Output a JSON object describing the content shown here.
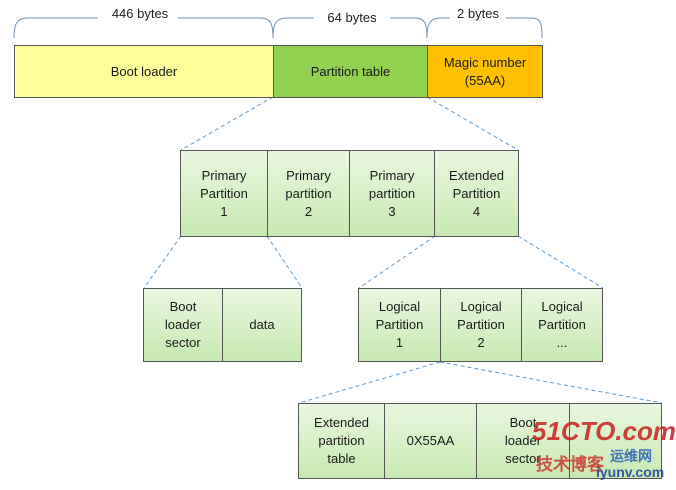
{
  "mbr": {
    "sizes": [
      "446 bytes",
      "64 bytes",
      "2 bytes"
    ],
    "boot_loader": "Boot loader",
    "partition_table": "Partition table",
    "magic_number": "Magic number\n(55AA)"
  },
  "partitions": [
    "Primary\nPartition\n1",
    "Primary\npartition\n2",
    "Primary\npartition\n3",
    "Extended\nPartition\n4"
  ],
  "primary_detail": [
    "Boot\nloader\nsector",
    "data"
  ],
  "logical": [
    "Logical\nPartition\n1",
    "Logical\nPartition\n2",
    "Logical\nPartition\n..."
  ],
  "extended_detail": [
    "Extended\npartition\ntable",
    "0X55AA",
    "Boot\nloader\nsector",
    ""
  ],
  "watermark": {
    "logo": "51CTO.com",
    "cn1": "技术博客",
    "cn2": "运维网",
    "url": "iyunv.com"
  },
  "colors": {
    "boot_loader": "#ffff99",
    "partition_table": "#92d050",
    "magic_number": "#ffc000",
    "connector": "#5b9bd5"
  }
}
